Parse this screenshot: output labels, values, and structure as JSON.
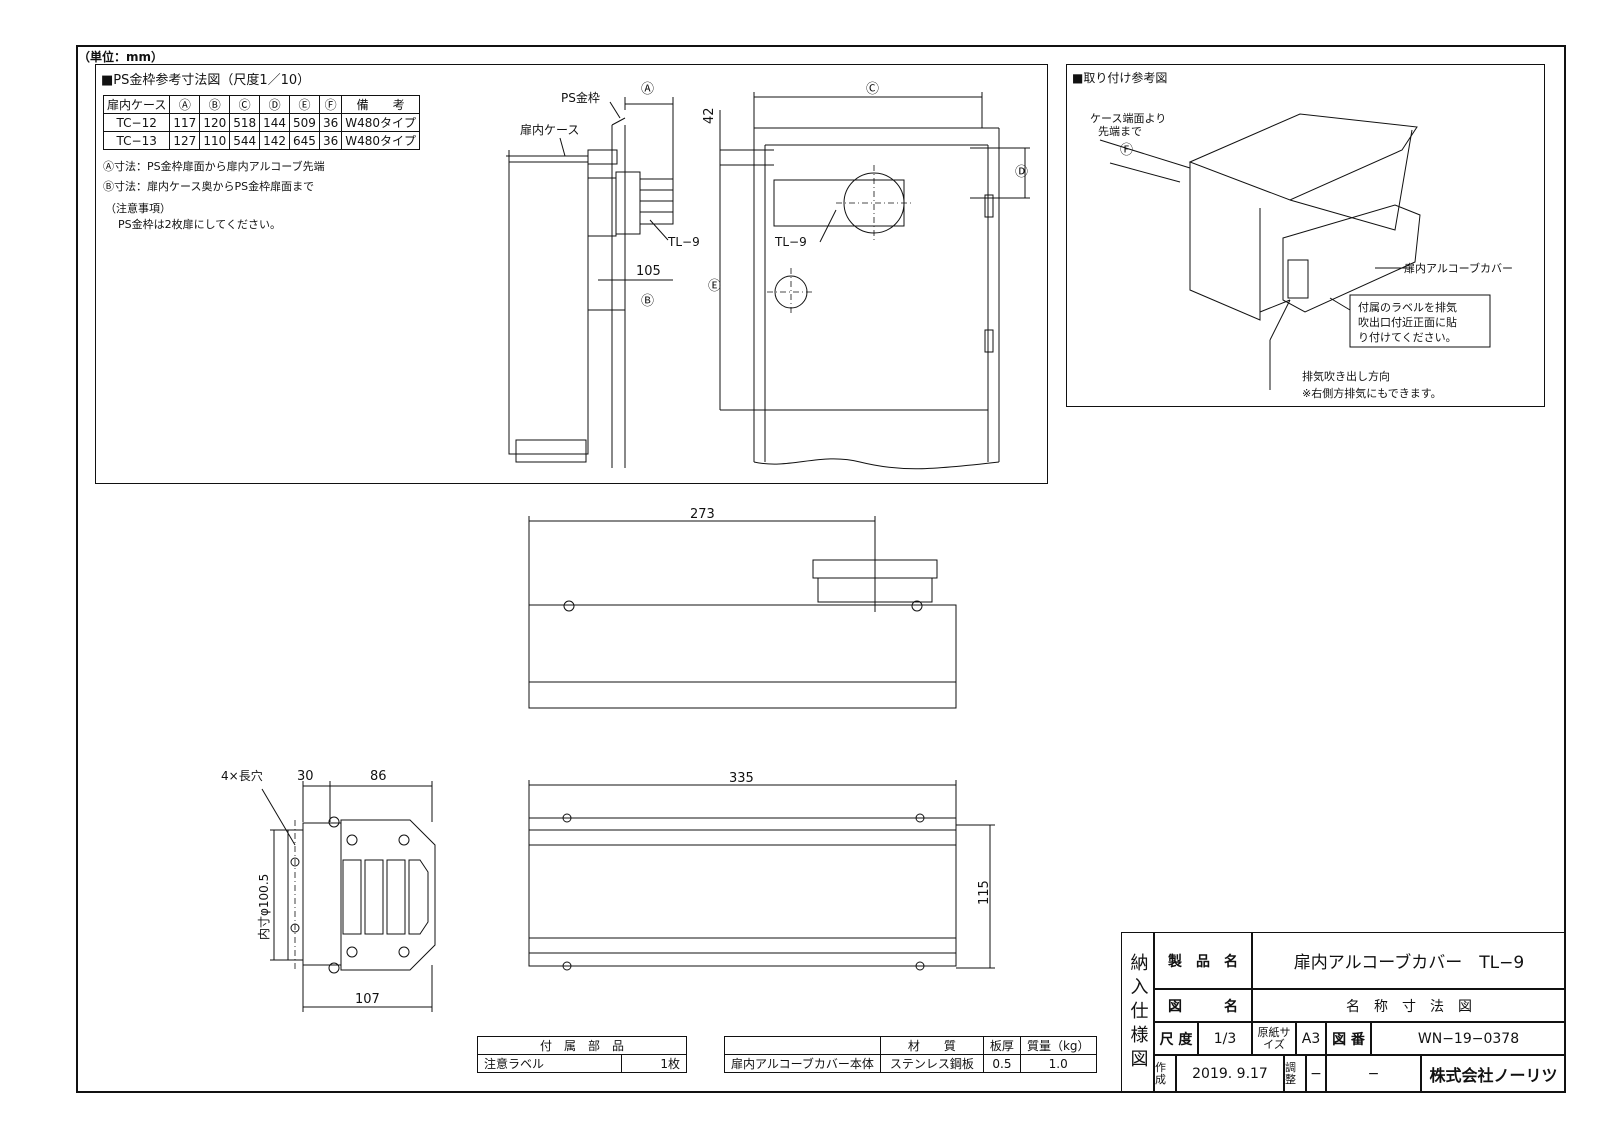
{
  "unit_label": "（単位：mm）",
  "ps_section": {
    "title": "■PS金枠参考寸法図（尺度1／10）",
    "table": {
      "headers": [
        "扉内ケース",
        "Ⓐ",
        "Ⓑ",
        "Ⓒ",
        "Ⓓ",
        "Ⓔ",
        "Ⓕ",
        "備　　考"
      ],
      "rows": [
        [
          "TC−12",
          "117",
          "120",
          "518",
          "144",
          "509",
          "36",
          "W480タイプ"
        ],
        [
          "TC−13",
          "127",
          "110",
          "544",
          "142",
          "645",
          "36",
          "W480タイプ"
        ]
      ]
    },
    "notes": [
      "Ⓐ寸法：PS金枠扉面から扉内アルコーブ先端",
      "Ⓑ寸法：扉内ケース奥からPS金枠扉面まで",
      "（注意事項）",
      "PS金枠は2枚扉にしてください。"
    ],
    "labels": {
      "ps_frame": "PS金枠",
      "door_case": "扉内ケース",
      "tl9_a": "TL−9",
      "tl9_b": "TL−9",
      "dim_105": "105",
      "dim_42": "42",
      "circ_a": "Ⓐ",
      "circ_b": "Ⓑ",
      "circ_c": "Ⓒ",
      "circ_d": "Ⓓ",
      "circ_e": "Ⓔ"
    }
  },
  "install_section": {
    "title": "■取り付け参考図",
    "labels": {
      "case_edge_1": "ケース端面より",
      "case_edge_2": "先端まで",
      "circ_f": "Ⓕ",
      "cover": "扉内アルコーブカバー",
      "label_note_1": "付属のラベルを排気",
      "label_note_2": "吹出口付近正面に貼",
      "label_note_3": "り付けてください。",
      "exhaust_dir": "排気吹き出し方向",
      "exhaust_note": "※右側方排気にもできます。"
    }
  },
  "drawing": {
    "dim_273": "273",
    "dim_335": "335",
    "dim_115": "115",
    "dim_30": "30",
    "dim_86": "86",
    "dim_107": "107",
    "slots": "4×長穴",
    "inner_dia": "内寸φ100.5"
  },
  "parts_table": {
    "header": "付　属　部　品",
    "item": "注意ラベル",
    "qty": "1枚"
  },
  "material_table": {
    "headers": [
      "",
      "材　　質",
      "板厚",
      "質量（kg）"
    ],
    "row": [
      "扉内アルコーブカバー本体",
      "ステンレス鋼板",
      "0.5",
      "1.0"
    ]
  },
  "title_block": {
    "vertical": "納入仕様図",
    "product_name_label": "製　品　名",
    "product_name": "扉内アルコーブカバー　TL−9",
    "drawing_name_label": "図　　　名",
    "drawing_name": "名　称　寸　法　図",
    "scale_label": "尺 度",
    "scale": "1/3",
    "paper_label": "原紙サイズ",
    "paper": "A3",
    "drawing_no_label": "図 番",
    "drawing_no": "WN−19−0378",
    "created_label": "作成",
    "created": "2019. 9.17",
    "adjusted_label": "調整",
    "adjusted": "−",
    "dash": "−",
    "company": "株式会社ノーリツ"
  }
}
